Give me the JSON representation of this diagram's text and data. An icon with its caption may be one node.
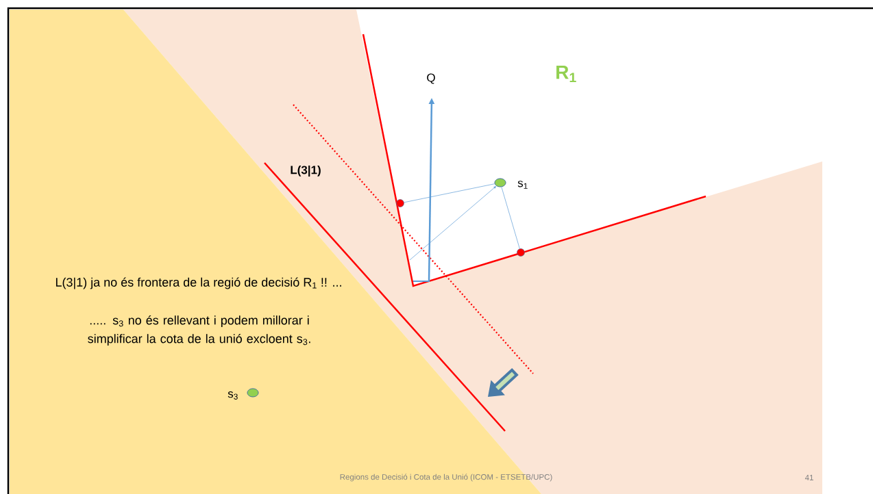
{
  "diagram": {
    "nodes": [
      {
        "text": [],
        "shape": "circle",
        "beside": [
          "s$_{1}$"
        ]
      },
      {
        "text": [],
        "shape": "circle"
      },
      {
        "text": [],
        "shape": "circle"
      },
      {
        "text": [],
        "shape": "circle",
        "beside": [
          "s$_{3}$"
        ]
      }
    ],
    "edges": [
      {
        "from": 0,
        "to": 1,
        "arrow": "none"
      },
      {
        "from": 0,
        "to": 2,
        "arrow": "none"
      },
      {
        "from": null,
        "to": 0,
        "arrow": "to"
      }
    ],
    "labels": [
      "Q",
      "R$_{1}$",
      "L(3|1)",
      "L(3|1) ja no és frontera de la regió de decisió R$_{1}$ !! ...",
      "..... s$_{3}$ no és rellevant i podem millorar i simplificar la cota de la unió excloent s$_{3}$.",
      "Regions de Decisió i Cota de la Unió (ICOM - ETSETB/UPC)",
      "41"
    ]
  }
}
